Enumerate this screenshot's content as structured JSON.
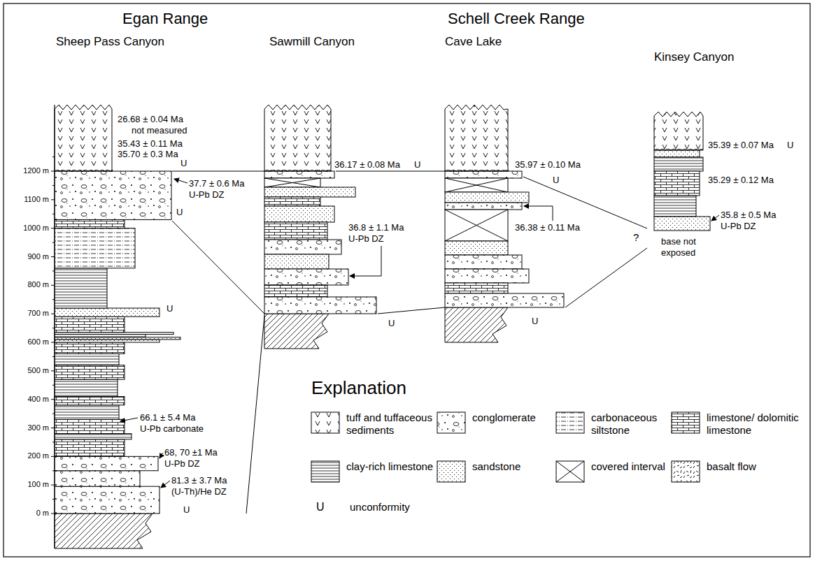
{
  "diagram": {
    "labels": [
      "Egan Range",
      "Schell Creek Range",
      "Sheep Pass Canyon",
      "Sawmill Canyon",
      "Cave Lake",
      "Kinsey Canyon",
      "1200 m",
      "1100 m",
      "1000 m",
      "900 m",
      "800 m",
      "700 m",
      "600 m",
      "500 m",
      "400 m",
      "300 m",
      "200 m",
      "100 m",
      "0 m",
      "26.68 ± 0.04 Ma",
      "not measured",
      "35.43 ± 0.11 Ma",
      "35.70 ± 0.3 Ma",
      "U",
      "37.7 ± 0.6 Ma",
      "U-Pb DZ",
      "U",
      "U",
      "66.1 ± 5.4 Ma",
      "U-Pb carbonate",
      "68, 70 ±1 Ma",
      "U-Pb DZ",
      "81.3 ± 3.7 Ma",
      "(U-Th)/He DZ",
      "U",
      "36.17 ± 0.08 Ma",
      "U",
      "36.8 ± 1.1 Ma",
      "U-Pb DZ",
      "U",
      "35.97 ± 0.10 Ma",
      "U",
      "36.38 ± 0.11 Ma",
      "U",
      "35.39 ± 0.07 Ma",
      "U",
      "35.29 ± 0.12 Ma",
      "35.8 ± 0.5 Ma",
      "U-Pb DZ",
      "?",
      "base not exposed",
      "Explanation",
      "U"
    ],
    "legend": [
      {
        "text": "tuff and tuffaceous sediments"
      },
      {
        "text": "conglomerate"
      },
      {
        "text": "carbonaceous siltstone"
      },
      {
        "text": "limestone/ dolomitic limestone"
      },
      {
        "text": "clay-rich limestone"
      },
      {
        "text": "sandstone"
      },
      {
        "text": "covered interval"
      },
      {
        "text": "basalt flow"
      },
      {
        "text": "unconformity"
      }
    ]
  }
}
